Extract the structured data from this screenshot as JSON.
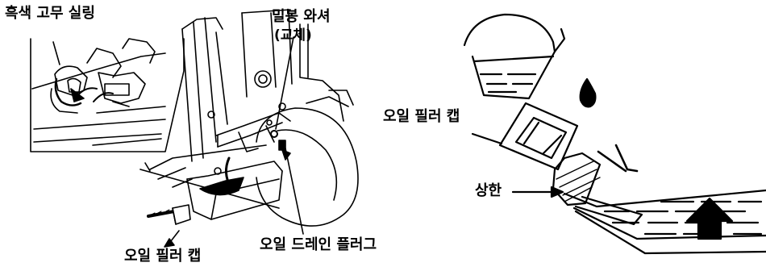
{
  "left_figure": {
    "labels": {
      "black_rubber_sealing": "흑색 고무 실링",
      "sealing_washer": "밀봉 와셔",
      "sealing_washer_note": "(교체)",
      "oil_filler_cap": "오일 필러 캡",
      "oil_drain_plug": "오일 드레인 플러그"
    }
  },
  "right_figure": {
    "labels": {
      "oil_filler_cap": "오일 필러 캡",
      "upper_limit": "상한"
    }
  },
  "colors": {
    "ink": "#000000",
    "paper": "#ffffff"
  }
}
